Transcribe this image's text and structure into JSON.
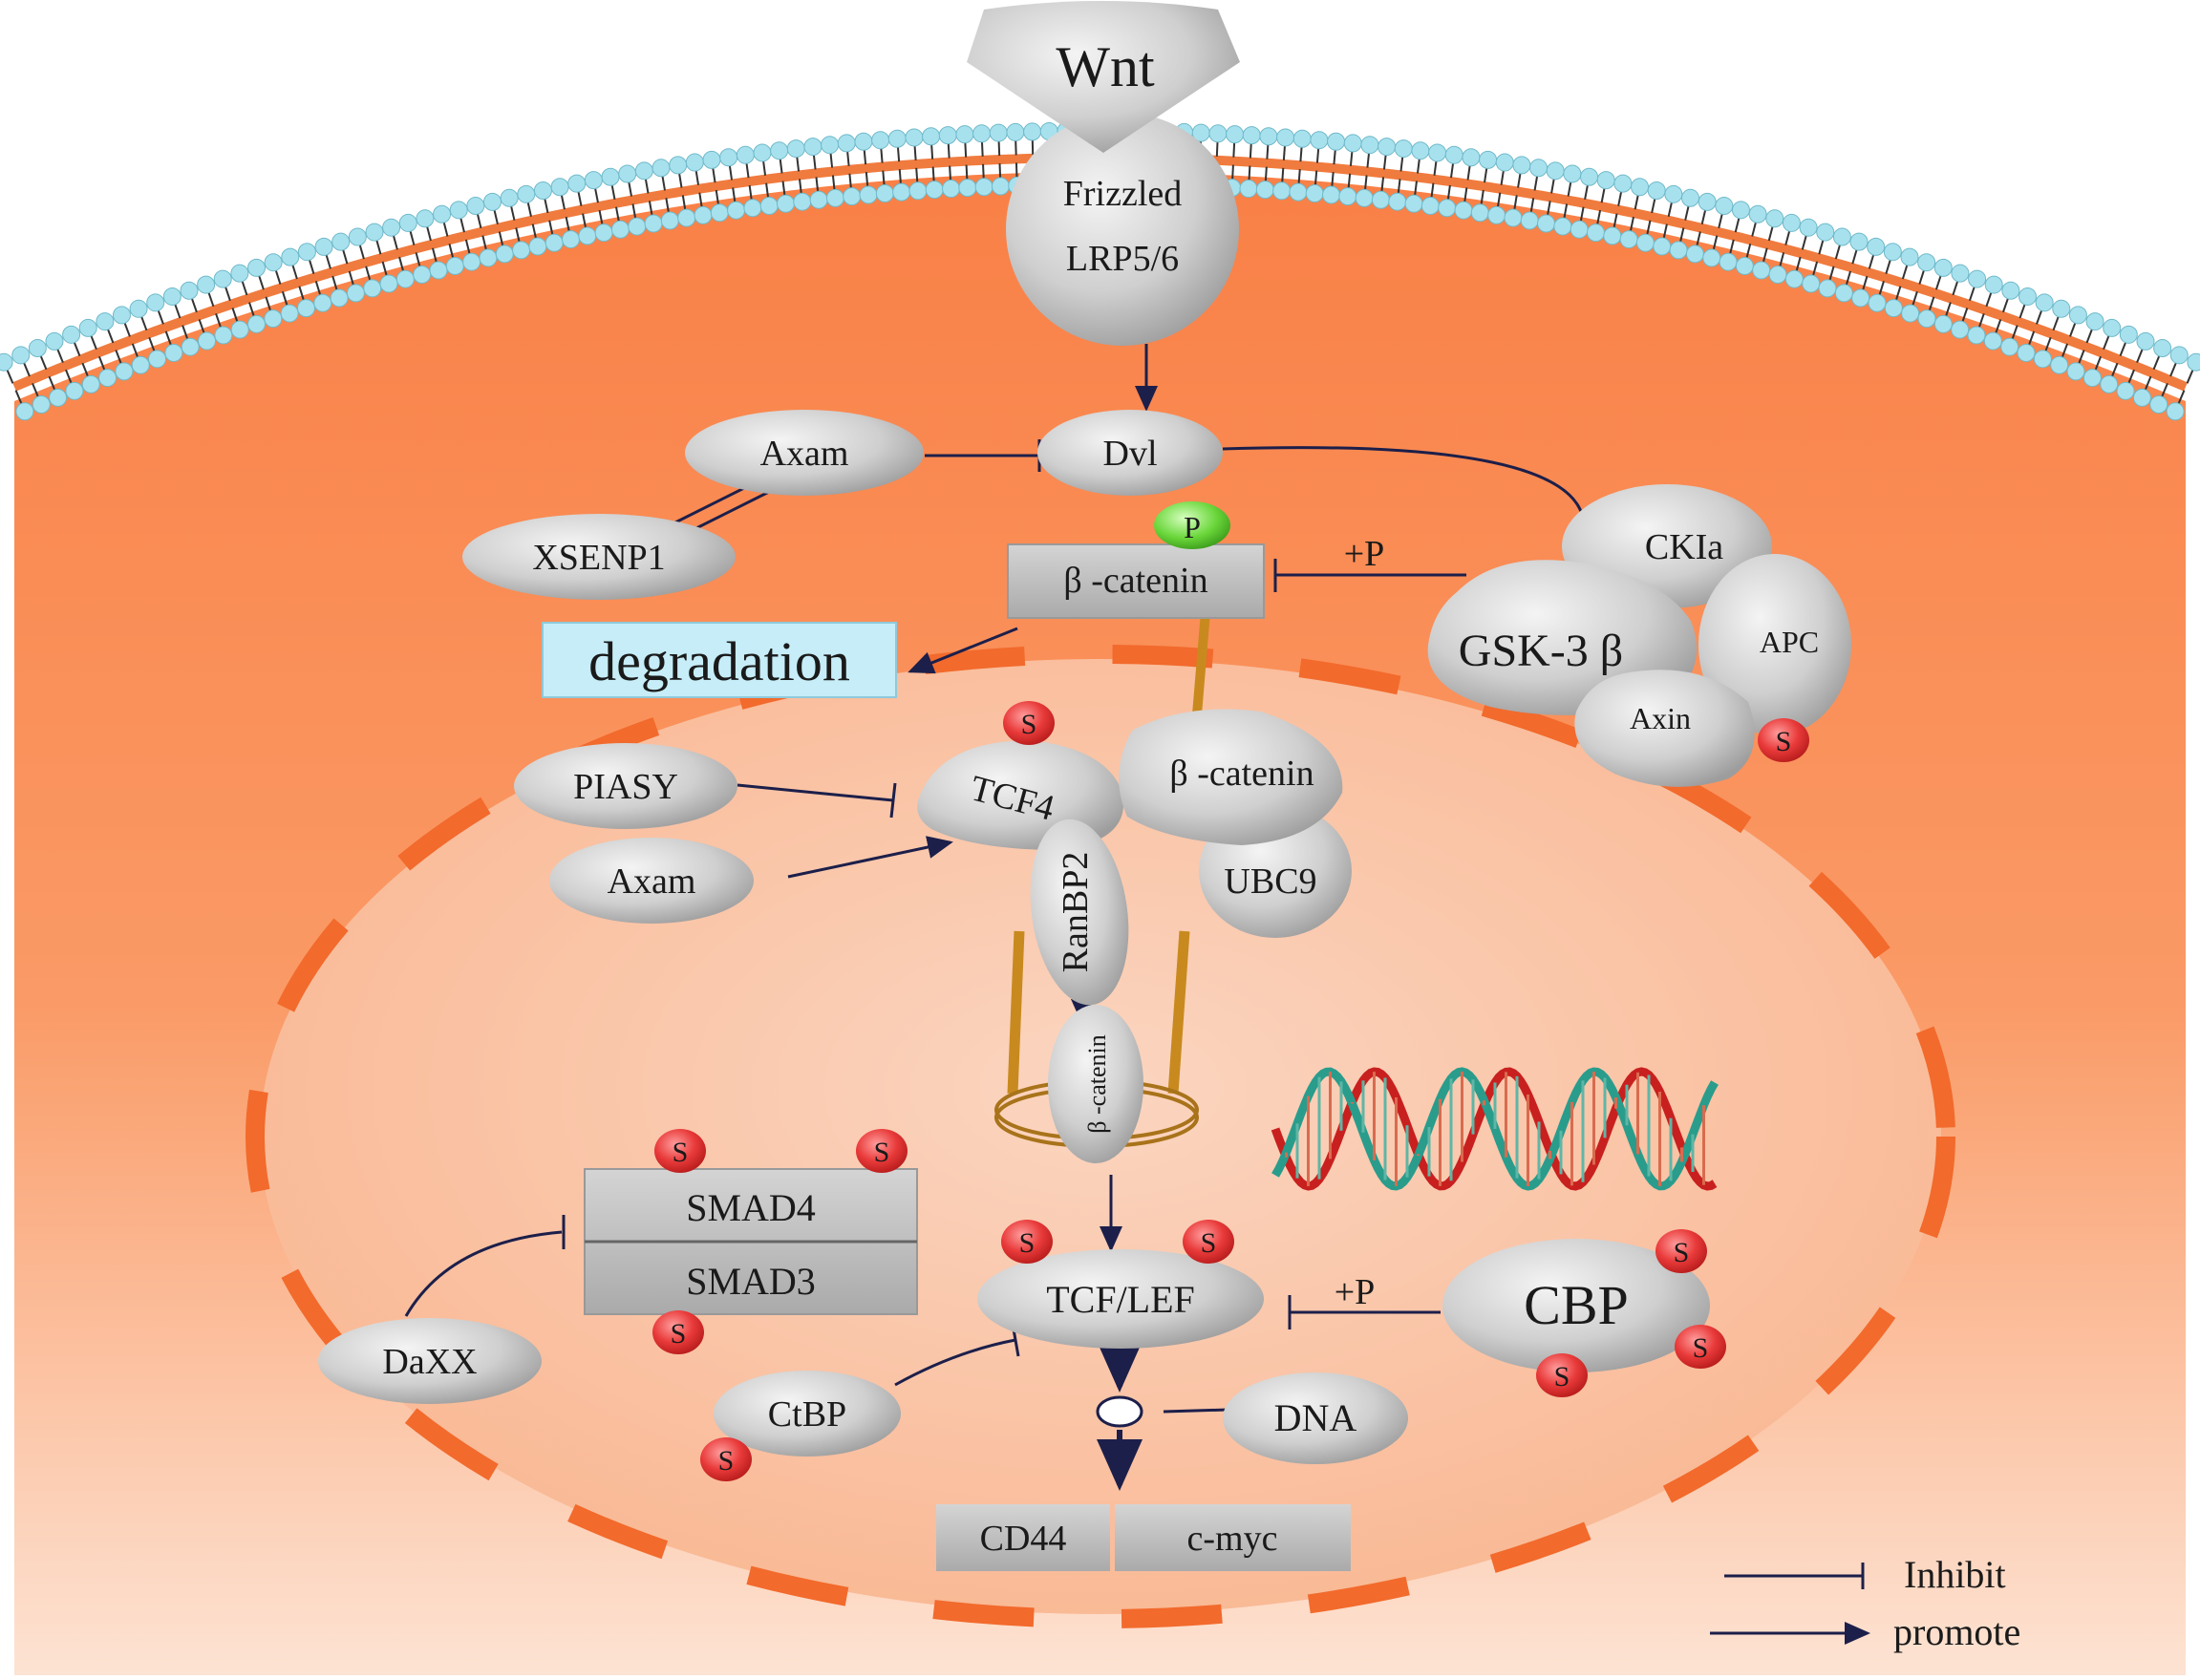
{
  "nodes": {
    "wnt": "Wnt",
    "frizzled": "Frizzled",
    "lrp": "LRP5/6",
    "dvl": "Dvl",
    "axam_top": "Axam",
    "xsenp1": "XSENP1",
    "bcat_cyto": "β -catenin",
    "p_badge": "P",
    "plus_p_top": "+P",
    "degradation": "degradation",
    "ckia": "CKIa",
    "gsk3b": "GSK-3 β",
    "apc": "APC",
    "axin": "Axin",
    "piasy": "PIASY",
    "axam_mid": "Axam",
    "tcf4": "TCF4",
    "bcat_complex": "β -catenin",
    "ubc9": "UBC9",
    "ranbp2": "RanBP2",
    "bcat_pore": "β -catenin",
    "smad4": "SMAD4",
    "smad3": "SMAD3",
    "daxx": "DaXX",
    "tcf_lef": "TCF/LEF",
    "plus_p_bottom": "+P",
    "cbp": "CBP",
    "ctbp": "CtBP",
    "dna": "DNA",
    "cd44": "CD44",
    "cmyc": "c-myc"
  },
  "sumo_badge": "S",
  "legend": {
    "inhibit": "Inhibit",
    "promote": "promote"
  },
  "colors": {
    "cytoplasm": "#f98a52",
    "nucleus": "#fbc9ad",
    "nuclear_envelope": "#f26a2c",
    "membrane_head": "#a8e1ee",
    "protein_gray": "#c7c7c7",
    "arrow": "#1c1f4a",
    "sumo_red": "#e2262f",
    "phospho_green": "#5fd33a",
    "degradation_box": "#c6edf8",
    "pore_gold": "#c88a1e"
  }
}
